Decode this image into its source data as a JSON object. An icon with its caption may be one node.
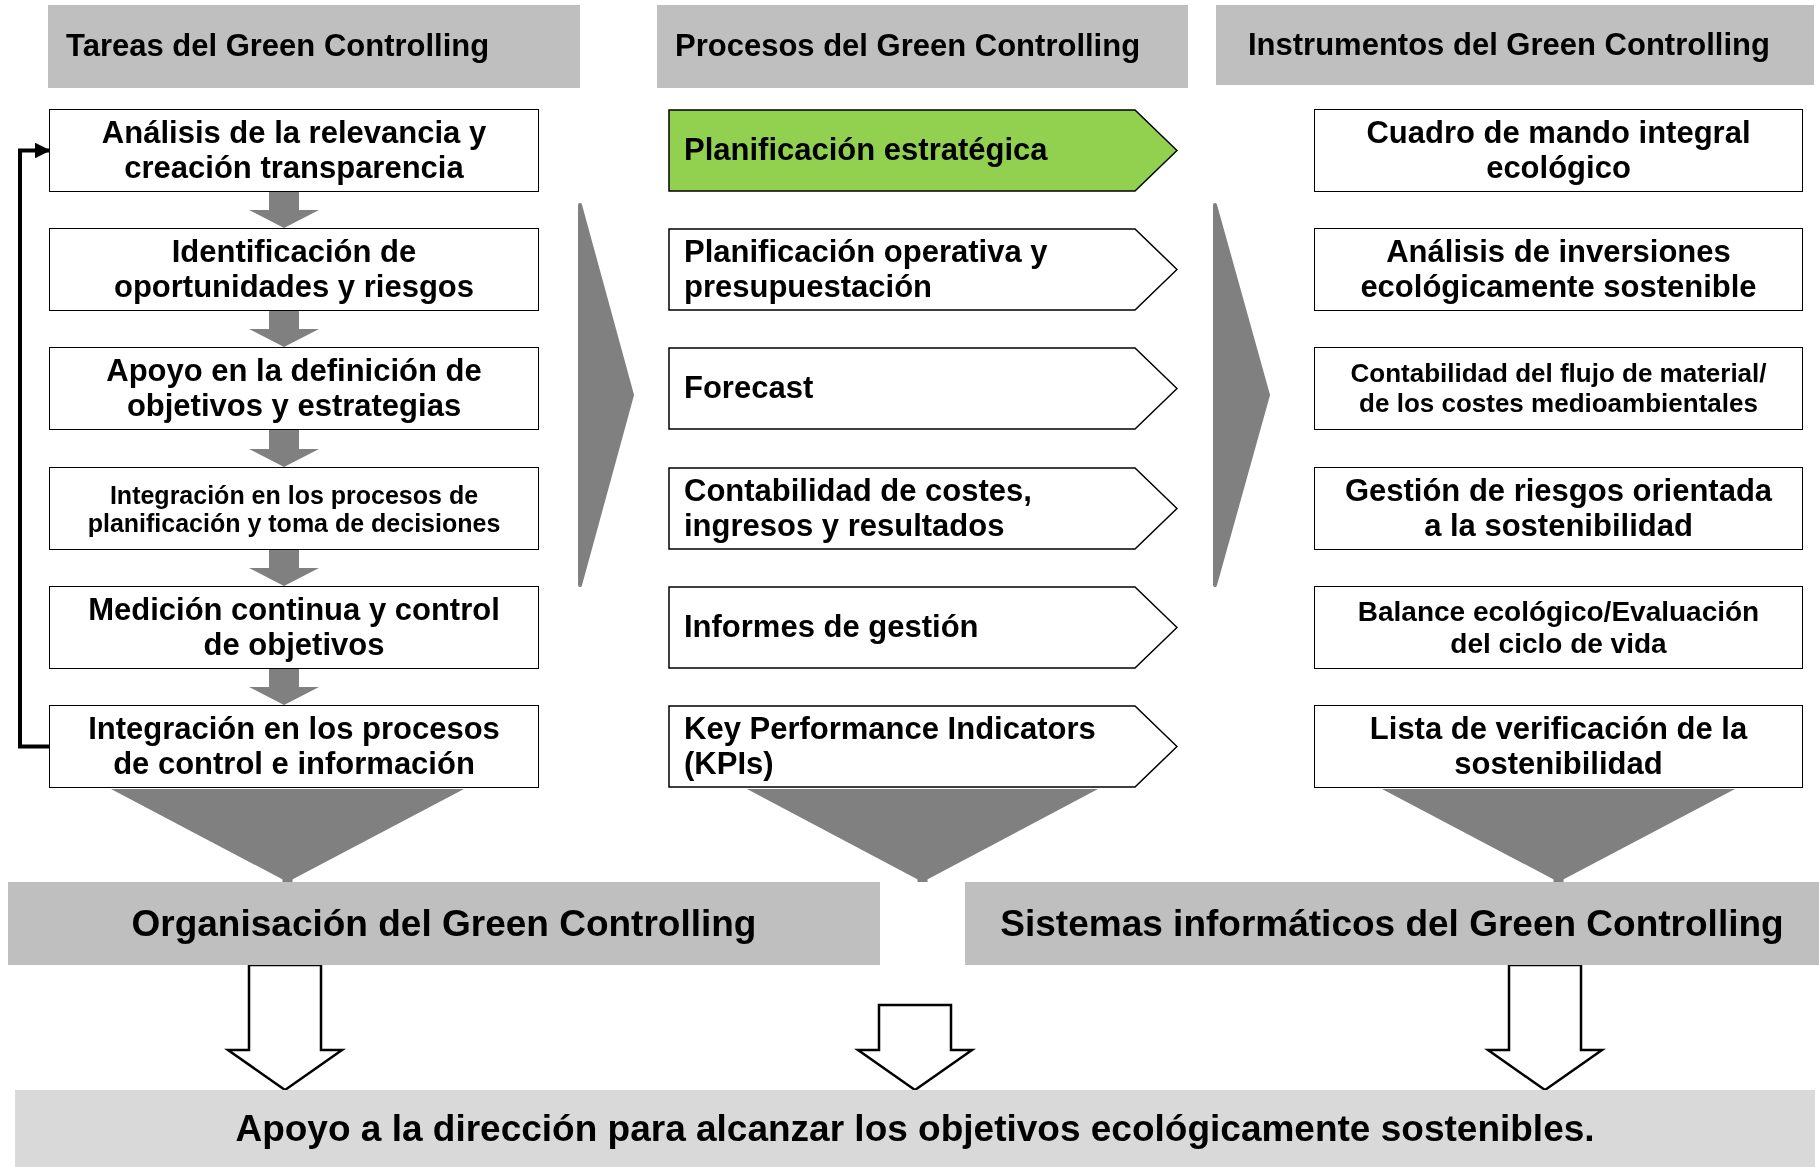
{
  "diagram": {
    "nodes": [
      {
        "text": [
          "Tareas del Green Controlling"
        ]
      },
      {
        "text": [
          "Procesos del Green Controlling"
        ]
      },
      {
        "text": [
          "Instrumentos del Green Controlling"
        ]
      },
      {
        "text": [
          "Análisis de la relevancia y creación transparencia"
        ]
      },
      {
        "text": [
          "Identificación de oportunidades y riesgos"
        ]
      },
      {
        "text": [
          "Apoyo en la definición de objetivos y estrategias"
        ]
      },
      {
        "text": [
          "Integración en los procesos de planificación y toma de decisiones"
        ]
      },
      {
        "text": [
          "Medición continua y control de objetivos"
        ]
      },
      {
        "text": [
          "Integración en los procesos de control e información"
        ]
      },
      {
        "text": [
          "Planificación estratégica"
        ]
      },
      {
        "text": [
          "Planificación operativa y presupuestación"
        ]
      },
      {
        "text": [
          "Forecast"
        ]
      },
      {
        "text": [
          "Contabilidad de costes, ingresos y resultados"
        ]
      },
      {
        "text": [
          "Informes de gestión"
        ]
      },
      {
        "text": [
          "Key Performance Indicators (KPIs)"
        ]
      },
      {
        "text": [
          "Cuadro de mando integral ecológico"
        ]
      },
      {
        "text": [
          "Análisis de inversiones ecológicamente sostenible"
        ]
      },
      {
        "text": [
          "Contabilidad del flujo de material/ de los costes medioambientales"
        ]
      },
      {
        "text": [
          "Gestión de riesgos orientada a la sostenibilidad"
        ]
      },
      {
        "text": [
          "Balance ecológico/Evaluación del ciclo de vida"
        ]
      },
      {
        "text": [
          "Lista de verificación de la sostenibilidad"
        ]
      },
      {
        "text": [
          "Organisación del Green Controlling"
        ]
      },
      {
        "text": [
          "Sistemas informáticos del Green Controlling"
        ]
      },
      {
        "text": [
          "Apoyo a la dirección para alcanzar los objetivos ecológicamente sostenibles."
        ]
      }
    ],
    "edges": [
      {
        "from": 3,
        "to": 4,
        "arrow": "to",
        "color": "#808080"
      },
      {
        "from": 4,
        "to": 5,
        "arrow": "to",
        "color": "#808080"
      },
      {
        "from": 5,
        "to": 6,
        "arrow": "to",
        "color": "#808080"
      },
      {
        "from": 6,
        "to": 7,
        "arrow": "to",
        "color": "#808080"
      },
      {
        "from": 7,
        "to": 8,
        "arrow": "to",
        "color": "#808080"
      },
      {
        "from": 8,
        "to": 3,
        "arrow": "to",
        "color": "#000000"
      },
      {
        "from": 21,
        "to": 23,
        "arrow": "to",
        "color": "#ffffff"
      },
      {
        "from": null,
        "to": 23,
        "arrow": "to",
        "color": "#ffffff"
      },
      {
        "from": 22,
        "to": 23,
        "arrow": "to",
        "color": "#ffffff"
      },
      {
        "from": 8,
        "to": 21,
        "arrow": "to",
        "color": "#808080"
      },
      {
        "from": 14,
        "to": 22,
        "arrow": "to",
        "color": "#808080"
      },
      {
        "from": 20,
        "to": 22,
        "arrow": "to",
        "color": "#808080"
      }
    ]
  }
}
